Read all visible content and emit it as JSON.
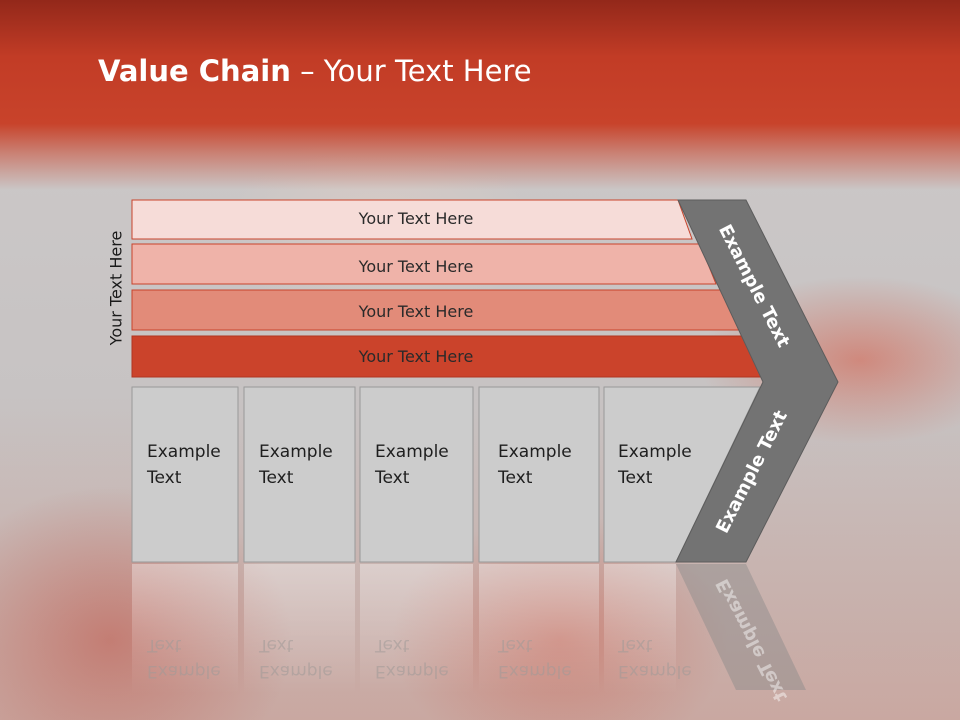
{
  "title": {
    "bold": "Value Chain",
    "rest": " – Your Text Here"
  },
  "side_label": "Your Text Here",
  "bars": [
    {
      "label": "Your Text Here"
    },
    {
      "label": "Your Text Here"
    },
    {
      "label": "Your Text Here"
    },
    {
      "label": "Your Text Here"
    }
  ],
  "boxes": [
    {
      "label": "Example\nText"
    },
    {
      "label": "Example\nText"
    },
    {
      "label": "Example\nText"
    },
    {
      "label": "Example\nText"
    },
    {
      "label": "Example\nText"
    }
  ],
  "chevron": {
    "upper": "Example Text",
    "lower": "Example Text"
  },
  "colors": {
    "header": "#c8432b",
    "bar1": "#f6dcd8",
    "bar2": "#efb3a9",
    "bar3": "#e28b79",
    "bar4": "#cb432b",
    "box": "#cccccc",
    "chevron": "#737373"
  }
}
